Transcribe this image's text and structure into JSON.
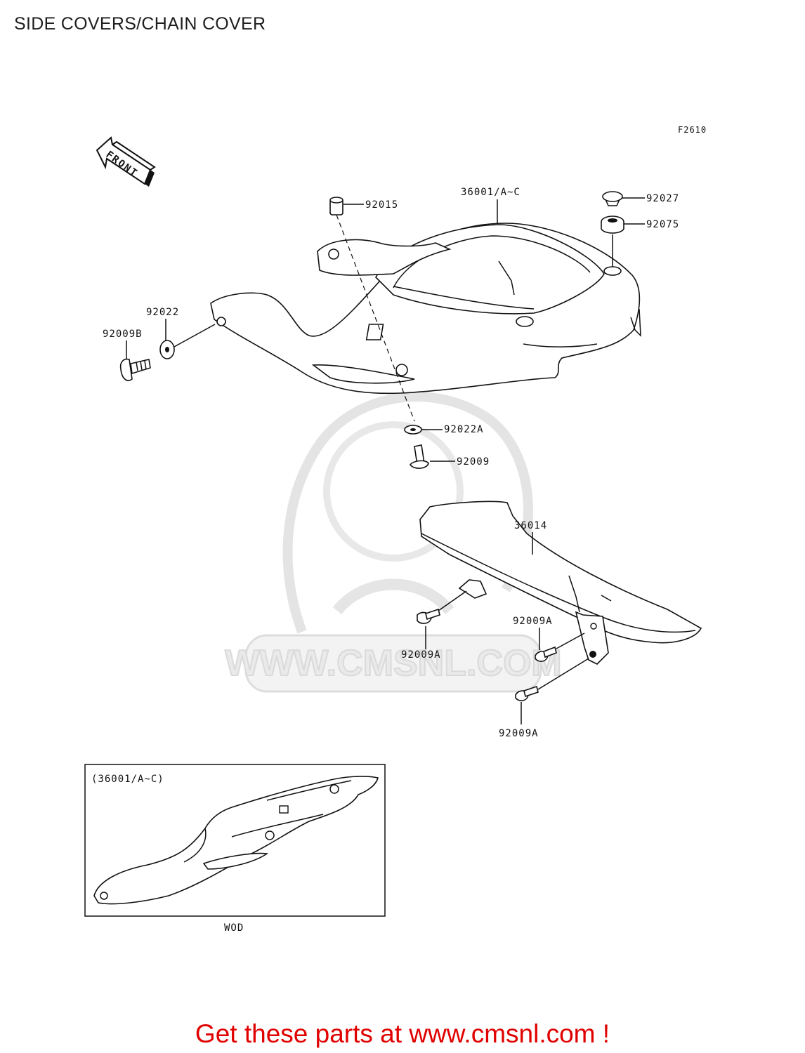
{
  "header": {
    "title": "SIDE COVERS/CHAIN COVER",
    "figure_code": "F2610"
  },
  "orientation": {
    "front_label": "FRONT"
  },
  "parts": {
    "p36001": "36001/A~C",
    "p92015": "92015",
    "p92027": "92027",
    "p92075": "92075",
    "p92022": "92022",
    "p92009B": "92009B",
    "p92022A": "92022A",
    "p92009": "92009",
    "p36014": "36014",
    "p92009A_1": "92009A",
    "p92009A_2": "92009A",
    "p92009A_3": "92009A"
  },
  "inset": {
    "caption": "(36001/A~C)",
    "variant_label": "WOD"
  },
  "watermark": {
    "text": "WWW.CMSNL.COM"
  },
  "footer": {
    "cta": "Get these parts at www.cmsnl.com !",
    "cta_color": "#e00000"
  }
}
